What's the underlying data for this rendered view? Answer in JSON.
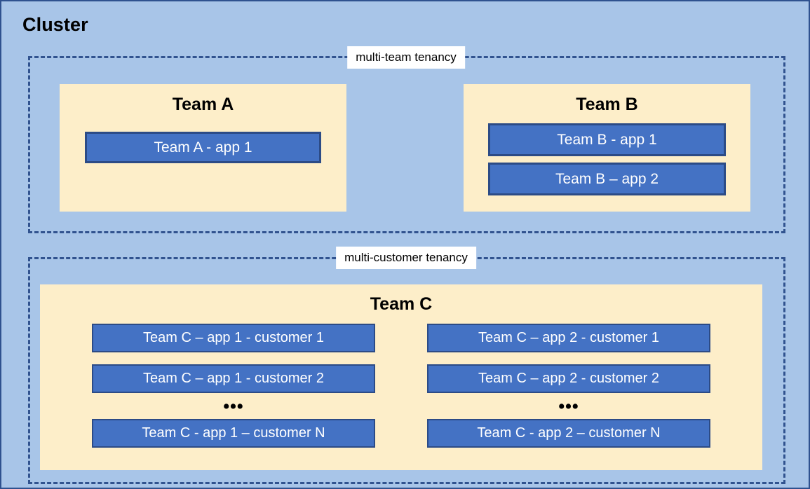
{
  "diagram": {
    "title": "Cluster",
    "colors": {
      "canvas_background": "#a8c5e8",
      "canvas_border": "#2f528f",
      "zone_dashed_border": "#31538f",
      "team_panel_background": "#fdeec9",
      "app_box_fill": "#4472c4",
      "app_box_border": "#2c4b86",
      "app_box_text": "#ffffff",
      "label_background": "#ffffff",
      "text": "#000000"
    },
    "zones": [
      {
        "id": "multi-team",
        "label": "multi-team tenancy",
        "teams": [
          {
            "id": "team-a",
            "title": "Team A",
            "apps": [
              "Team A - app 1"
            ]
          },
          {
            "id": "team-b",
            "title": "Team B",
            "apps": [
              "Team B - app 1",
              "Team B – app 2"
            ]
          }
        ]
      },
      {
        "id": "multi-customer",
        "label": "multi-customer tenancy",
        "teams": [
          {
            "id": "team-c",
            "title": "Team C",
            "ellipsis": "•••",
            "columns": [
              {
                "id": "team-c-app-1",
                "apps_before_ellipsis": [
                  "Team C – app 1 - customer 1",
                  "Team C – app 1 - customer 2"
                ],
                "apps_after_ellipsis": [
                  "Team C - app 1 – customer N"
                ]
              },
              {
                "id": "team-c-app-2",
                "apps_before_ellipsis": [
                  "Team C – app 2 - customer 1",
                  "Team C – app 2 - customer 2"
                ],
                "apps_after_ellipsis": [
                  "Team C - app 2 – customer N"
                ]
              }
            ]
          }
        ]
      }
    ]
  }
}
